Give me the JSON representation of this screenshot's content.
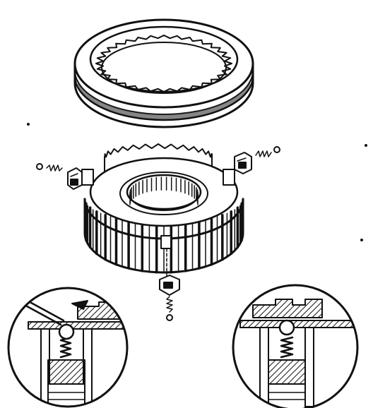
{
  "diagram": {
    "ink": "#111111",
    "paper": "#ffffff",
    "components": [
      {
        "name": "synchronizer-sleeve",
        "description_visible": false
      },
      {
        "name": "synchronizer-hub",
        "description_visible": false
      },
      {
        "name": "shifting-key",
        "count": 3
      },
      {
        "name": "key-spring",
        "count": 3
      },
      {
        "name": "detent-ball",
        "count": 3
      }
    ],
    "details": [
      {
        "name": "detail-left",
        "state": "installing ball with tool"
      },
      {
        "name": "detail-right",
        "state": "ball seated under sleeve"
      }
    ]
  }
}
